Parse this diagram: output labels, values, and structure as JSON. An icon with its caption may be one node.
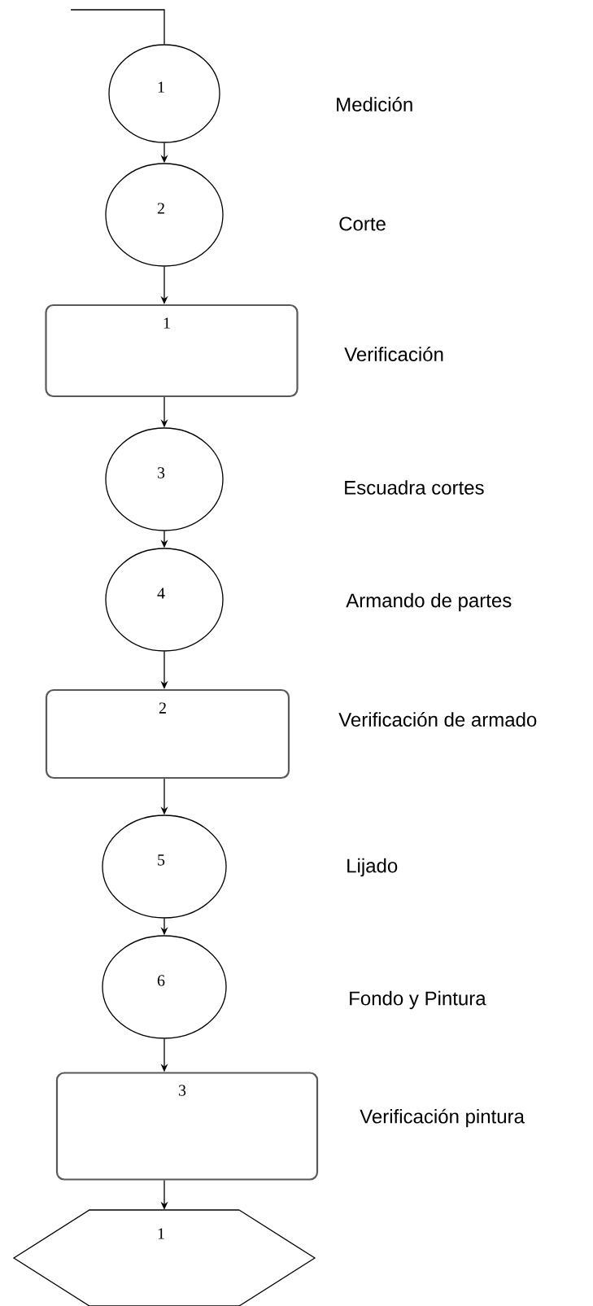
{
  "diagram": {
    "nodes": [
      {
        "text": [
          "1"
        ]
      },
      {
        "text": [
          "2"
        ]
      },
      {
        "text": [
          "1"
        ]
      },
      {
        "text": [
          "3"
        ]
      },
      {
        "text": [
          "4"
        ]
      },
      {
        "text": [
          "2"
        ]
      },
      {
        "text": [
          "5"
        ]
      },
      {
        "text": [
          "6"
        ]
      },
      {
        "text": [
          "3"
        ]
      },
      {
        "text": [
          "1"
        ]
      }
    ],
    "edges": [
      {
        "from": null,
        "to": 0,
        "arrow": "none"
      },
      {
        "from": 0,
        "to": 1,
        "arrow": "to"
      },
      {
        "from": 1,
        "to": 2,
        "arrow": "to"
      },
      {
        "from": 2,
        "to": 3,
        "arrow": "to"
      },
      {
        "from": 3,
        "to": 4,
        "arrow": "to"
      },
      {
        "from": 4,
        "to": 5,
        "arrow": "to"
      },
      {
        "from": 5,
        "to": 6,
        "arrow": "to"
      },
      {
        "from": 6,
        "to": 7,
        "arrow": "to"
      },
      {
        "from": 7,
        "to": 8,
        "arrow": "to"
      },
      {
        "from": 8,
        "to": 9,
        "arrow": "to"
      }
    ],
    "labels": [
      "Medición",
      "Corte",
      "Verificación",
      "Escuadra cortes",
      "Armando de partes",
      "Verificación de armado",
      "Lijado",
      "Fondo y Pintura",
      "Verificación pintura"
    ]
  }
}
